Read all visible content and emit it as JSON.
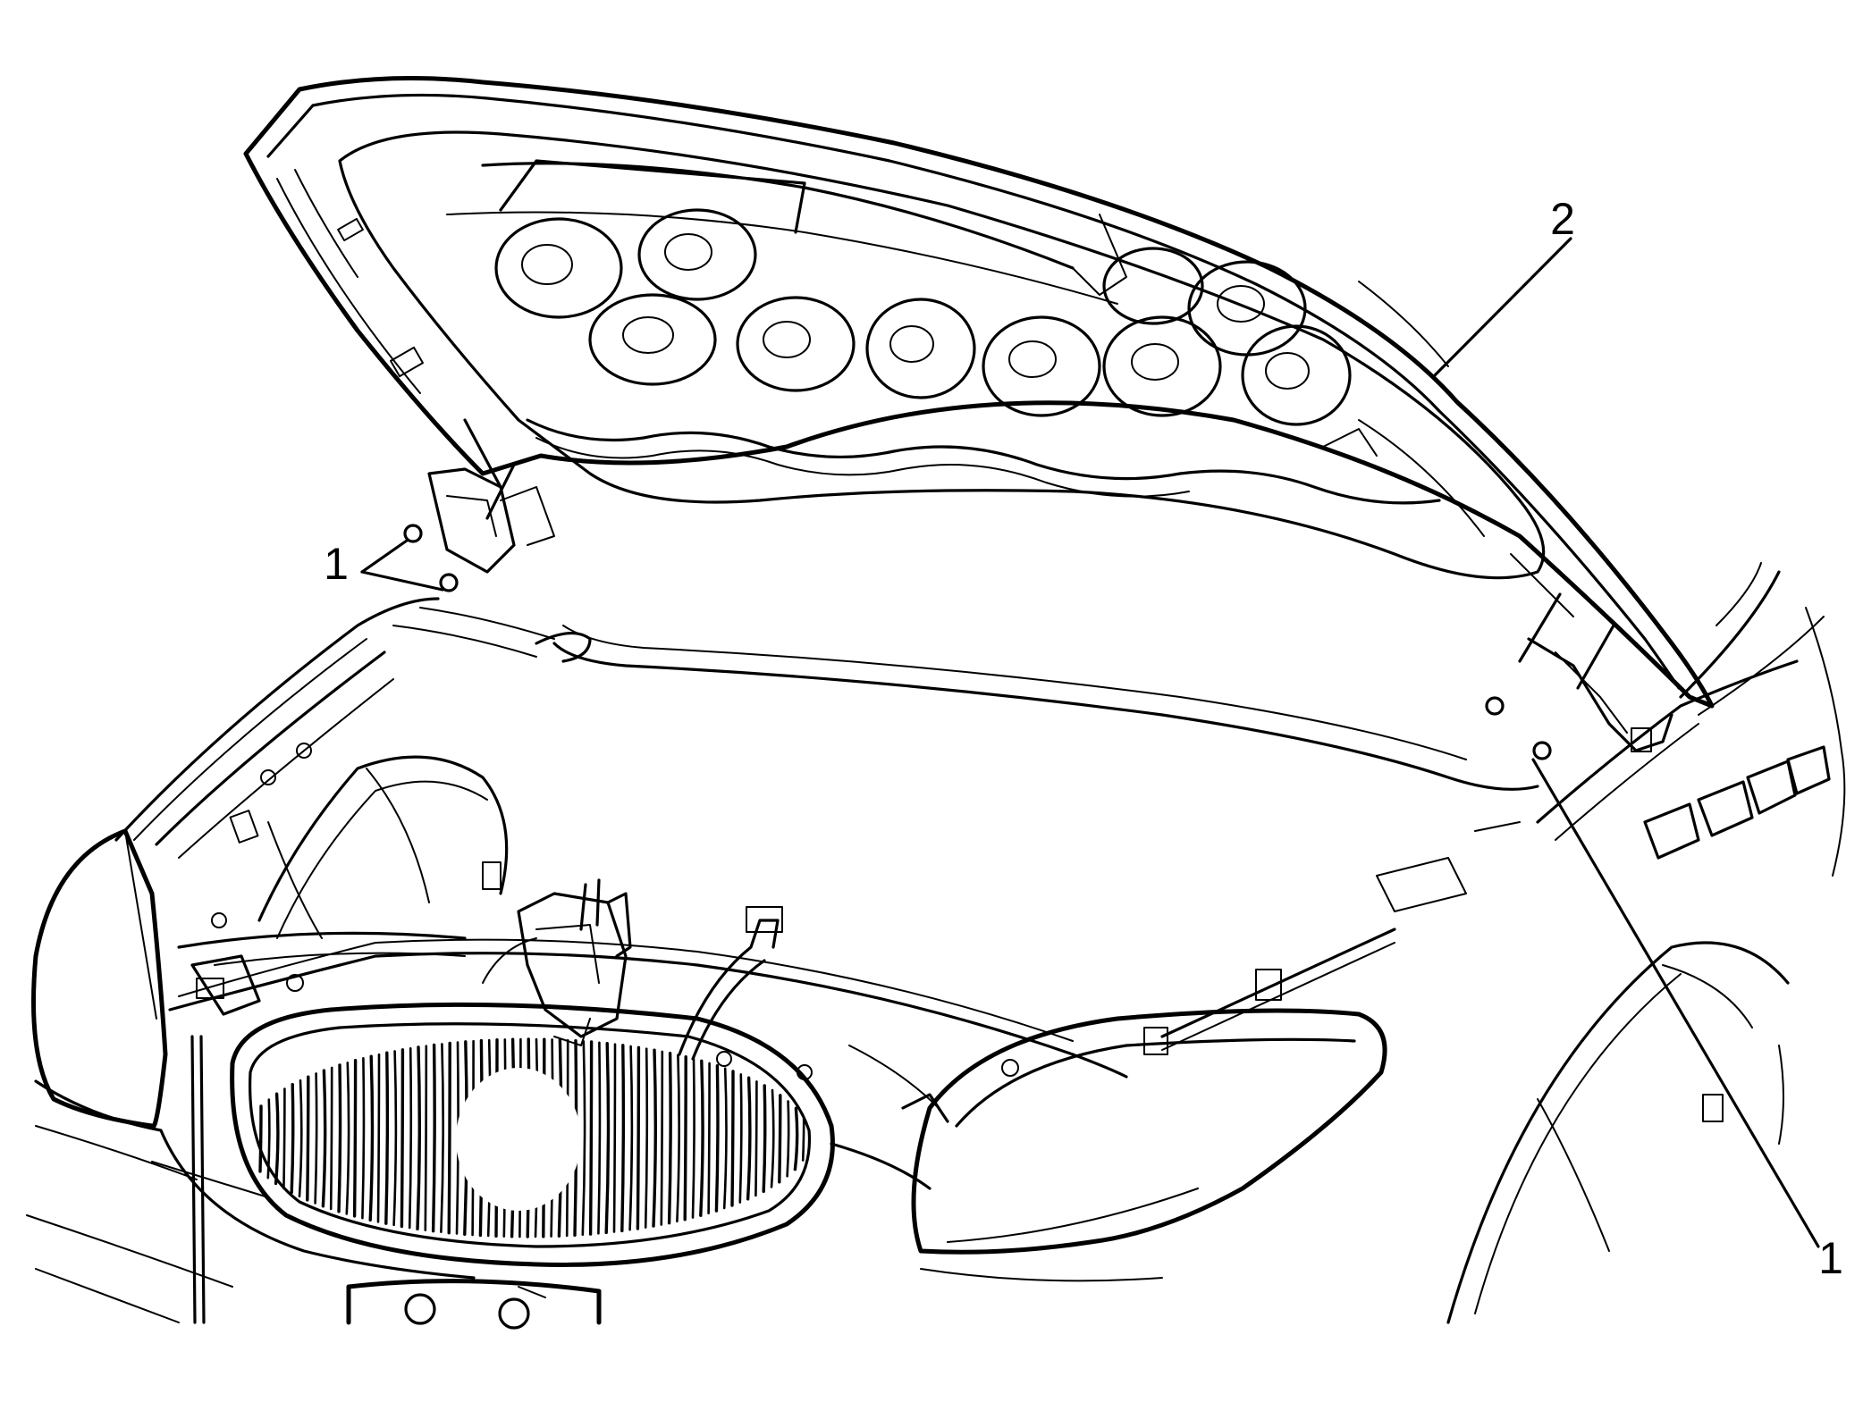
{
  "callouts": [
    {
      "id": "c1a",
      "label": "1"
    },
    {
      "id": "c1b",
      "label": "1"
    },
    {
      "id": "c2",
      "label": "2"
    }
  ]
}
